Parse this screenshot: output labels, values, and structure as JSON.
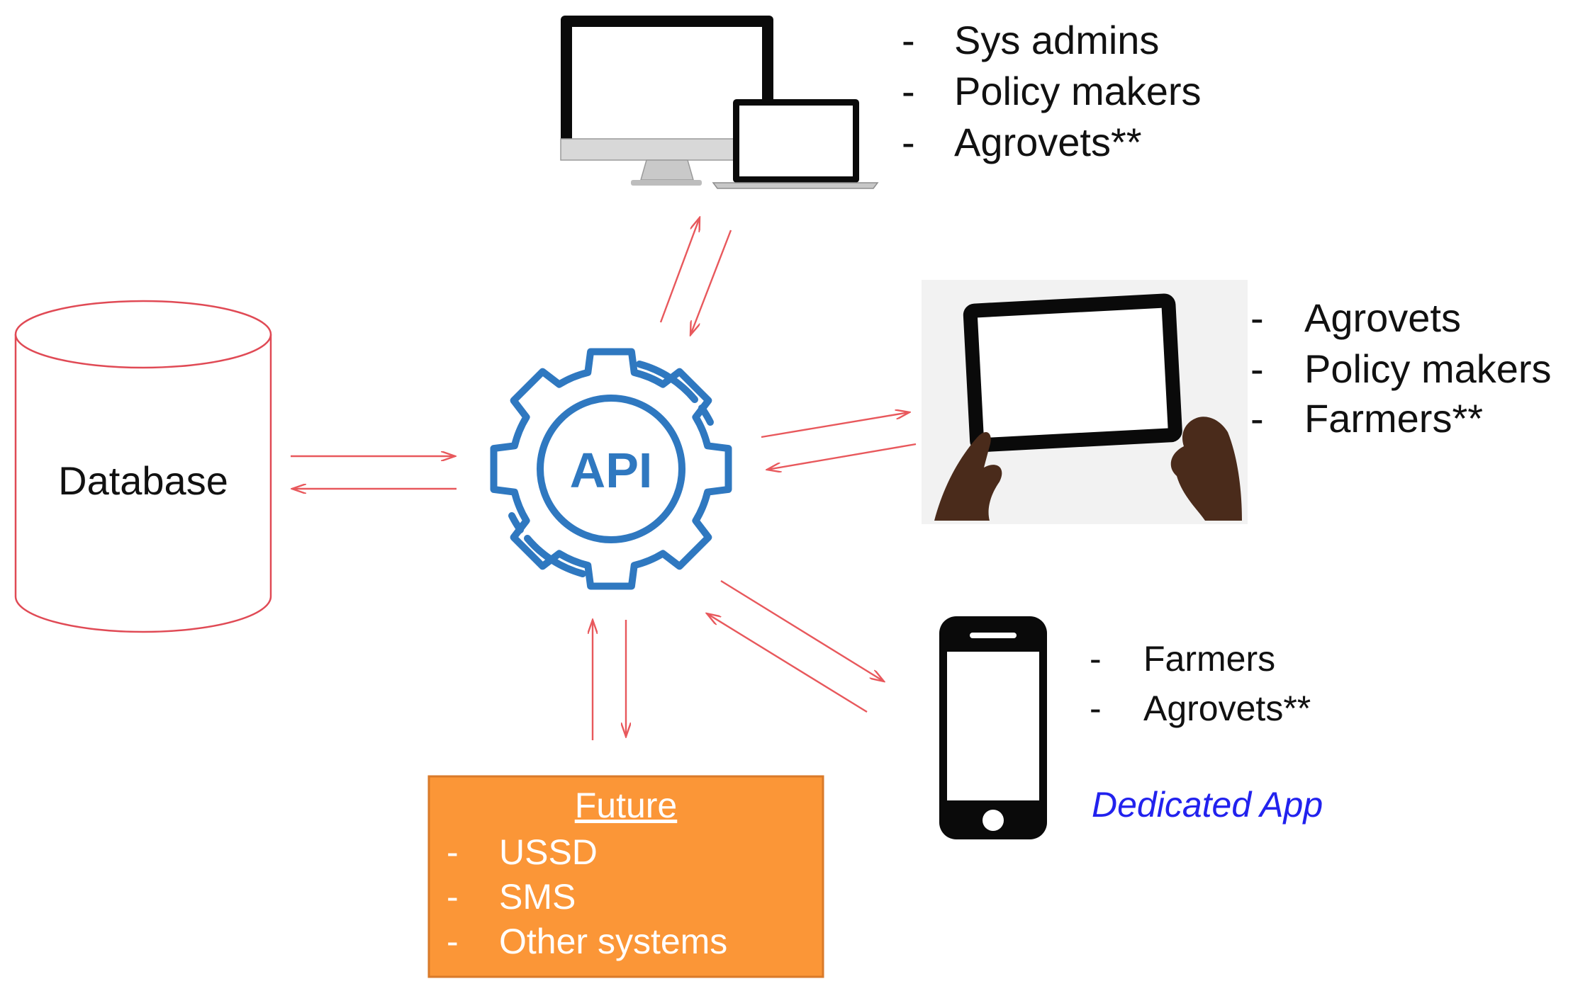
{
  "database": {
    "label": "Database"
  },
  "api": {
    "label": "API"
  },
  "desktop": {
    "users": [
      {
        "dash": "-",
        "text": "Sys admins"
      },
      {
        "dash": "-",
        "text": "Policy makers"
      },
      {
        "dash": "-",
        "text": "Agrovets**"
      }
    ]
  },
  "tablet": {
    "users": [
      {
        "dash": "-",
        "text": "Agrovets"
      },
      {
        "dash": "-",
        "text": "Policy makers"
      },
      {
        "dash": "-",
        "text": "Farmers**"
      }
    ]
  },
  "phone": {
    "users": [
      {
        "dash": "-",
        "text": "Farmers"
      },
      {
        "dash": "-",
        "text": "Agrovets**"
      }
    ],
    "app_label": "Dedicated App"
  },
  "future": {
    "title": "Future",
    "items": [
      {
        "dash": "-",
        "text": "USSD"
      },
      {
        "dash": "-",
        "text": "SMS"
      },
      {
        "dash": "-",
        "text": "Other systems"
      }
    ]
  },
  "colors": {
    "arrow": "#e8585c",
    "cylinder": "#e04a55",
    "api_blue": "#2f78c0",
    "future_fill": "#fb9637",
    "future_border": "#d97a2a",
    "app_label": "#2222ee",
    "text": "#111111"
  }
}
